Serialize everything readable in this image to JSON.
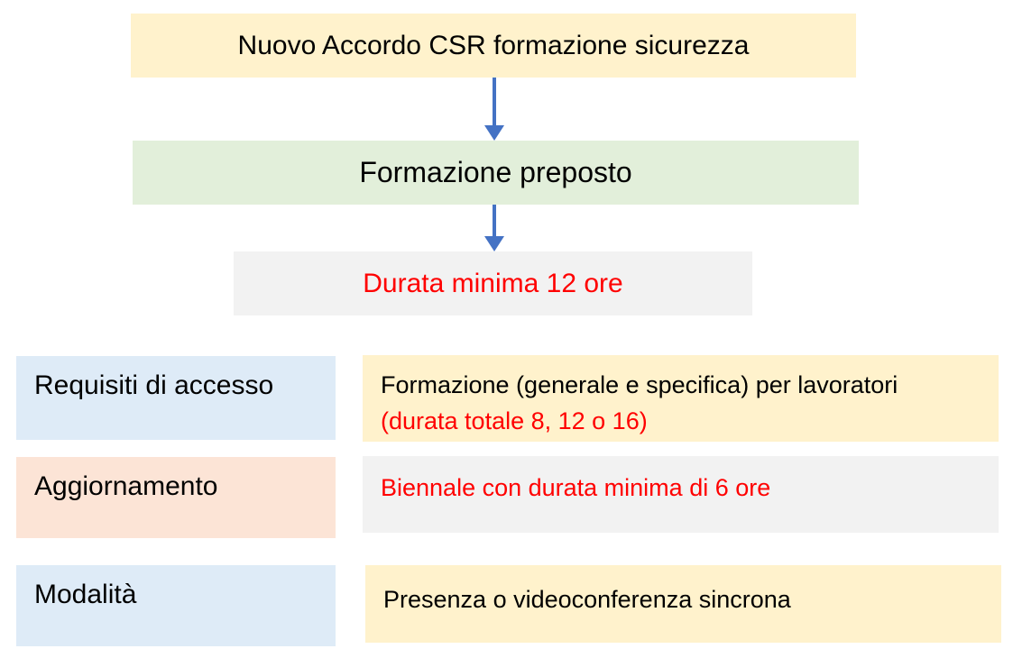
{
  "diagram": {
    "title_box": {
      "label": "Nuovo Accordo CSR formazione sicurezza"
    },
    "preposto_box": {
      "label": "Formazione preposto"
    },
    "durata_box": {
      "label": "Durata minima 12 ore"
    },
    "rows": [
      {
        "label": "Requisiti di accesso",
        "value_line1": "Formazione (generale e specifica) per lavoratori",
        "value_line2": "(durata totale 8, 12 o 16)"
      },
      {
        "label": "Aggiornamento",
        "value_line1": "Biennale con durata minima di 6 ore"
      },
      {
        "label": "Modalità",
        "value_line1": "Presenza o videoconferenza sincrona"
      }
    ],
    "colors": {
      "cream": "#FFF2CC",
      "green": "#E2EFDA",
      "gray": "#F2F2F2",
      "light_blue": "#DEEBF7",
      "peach": "#FCE4D6",
      "arrow_blue": "#4472C4",
      "highlight_red": "#FF0000"
    }
  }
}
